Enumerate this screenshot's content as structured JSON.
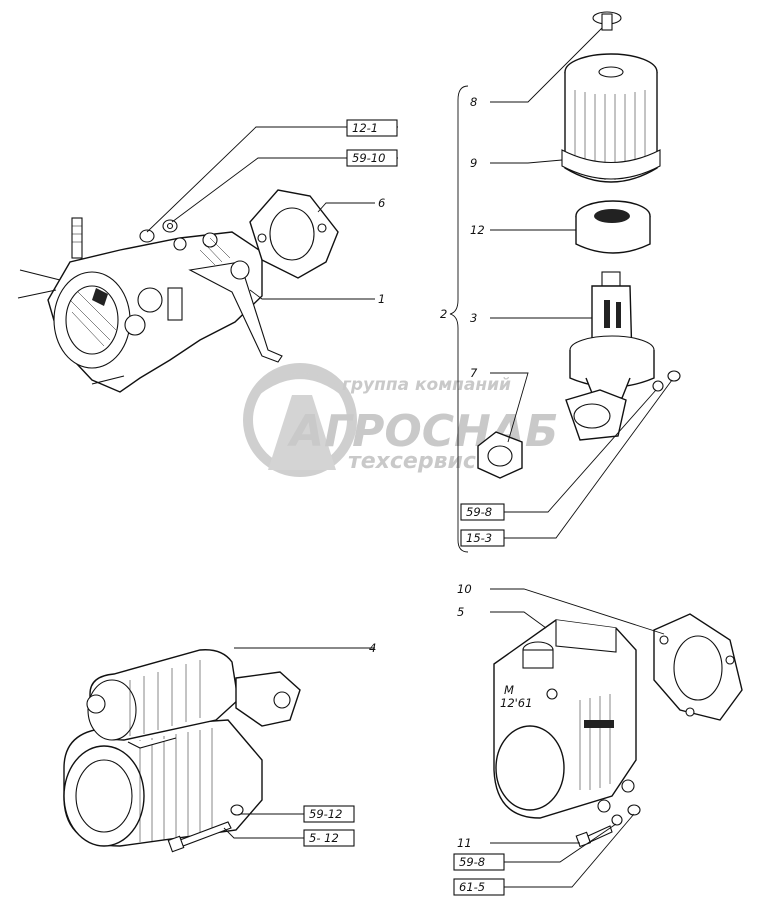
{
  "callouts": {
    "c12_1": "12-1",
    "c59_10": "59-10",
    "c59_8_top": "59-8",
    "c15_3": "15-3",
    "c59_12": "59-12",
    "c5_12": "5- 12",
    "c59_8_bottom": "59-8",
    "c61_5": "61-5"
  },
  "numbers": {
    "n1": "1",
    "n2": "2",
    "n3": "3",
    "n4": "4",
    "n5": "5",
    "n6": "6",
    "n7": "7",
    "n8": "8",
    "n9": "9",
    "n10": "10",
    "n11": "11",
    "n12": "12"
  },
  "part_marking": {
    "line1": "М",
    "line2": "12'61"
  },
  "watermark": {
    "line1": "группа компаний",
    "line2": "АГРОСНАБ",
    "line3": "техсервис"
  }
}
